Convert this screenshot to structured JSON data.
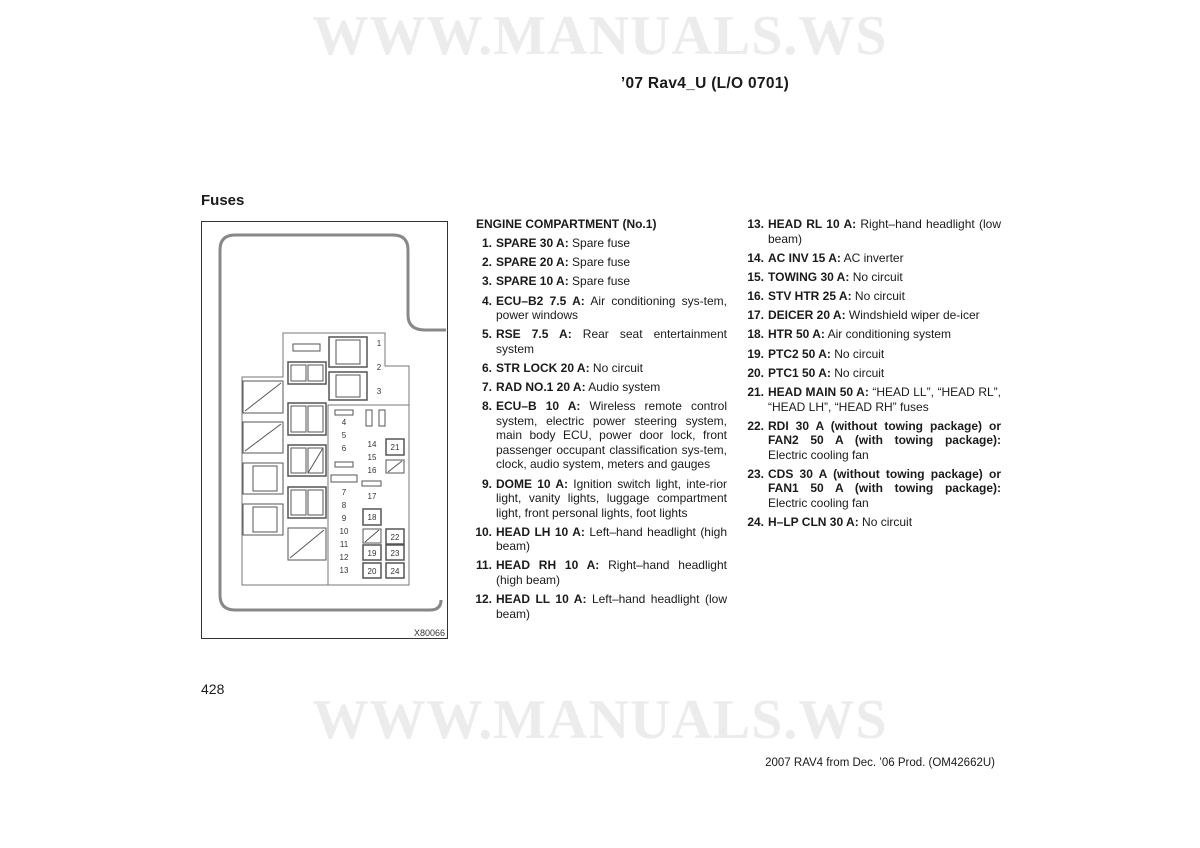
{
  "watermark": "WWW.MANUALS.WS",
  "header": "’07 Rav4_U (L/O 0701)",
  "section_title": "Fuses",
  "page_number": "428",
  "footer": "2007 RAV4 from Dec. ’06 Prod. (OM42662U)",
  "diagram": {
    "code": "X80066",
    "fuse_labels": [
      "1",
      "2",
      "3",
      "4",
      "5",
      "6",
      "7",
      "8",
      "9",
      "10",
      "11",
      "12",
      "13",
      "14",
      "15",
      "16",
      "17",
      "18",
      "19",
      "20",
      "21",
      "22",
      "23",
      "24"
    ]
  },
  "list_title": "ENGINE COMPARTMENT (No.1)",
  "items": [
    {
      "n": "1.",
      "name": "SPARE 30 A:",
      "desc": "Spare fuse"
    },
    {
      "n": "2.",
      "name": "SPARE 20 A:",
      "desc": "Spare fuse"
    },
    {
      "n": "3.",
      "name": "SPARE 10 A:",
      "desc": "Spare fuse"
    },
    {
      "n": "4.",
      "name": "ECU–B2 7.5 A:",
      "desc": "Air conditioning sys-tem, power windows"
    },
    {
      "n": "5.",
      "name": "RSE 7.5 A:",
      "desc": "Rear seat entertainment system"
    },
    {
      "n": "6.",
      "name": "STR LOCK 20 A:",
      "desc": "No circuit"
    },
    {
      "n": "7.",
      "name": "RAD NO.1 20 A:",
      "desc": "Audio system"
    },
    {
      "n": "8.",
      "name": "ECU–B 10 A:",
      "desc": "Wireless remote control system, electric power steering system, main body ECU, power door lock, front passenger occupant classification sys-tem, clock, audio system, meters and gauges"
    },
    {
      "n": "9.",
      "name": "DOME 10 A:",
      "desc": "Ignition switch light, inte-rior light, vanity lights, luggage compartment light, front personal lights, foot lights"
    },
    {
      "n": "10.",
      "name": "HEAD LH 10 A:",
      "desc": "Left–hand headlight (high beam)"
    },
    {
      "n": "11.",
      "name": "HEAD RH 10 A:",
      "desc": "Right–hand headlight (high beam)"
    },
    {
      "n": "12.",
      "name": "HEAD LL 10 A:",
      "desc": "Left–hand headlight (low beam)"
    },
    {
      "n": "13.",
      "name": "HEAD RL 10 A:",
      "desc": "Right–hand headlight (low beam)"
    },
    {
      "n": "14.",
      "name": "AC INV 15 A:",
      "desc": "AC inverter"
    },
    {
      "n": "15.",
      "name": "TOWING 30 A:",
      "desc": "No circuit"
    },
    {
      "n": "16.",
      "name": "STV HTR 25 A:",
      "desc": "No circuit"
    },
    {
      "n": "17.",
      "name": "DEICER 20 A:",
      "desc": "Windshield wiper de-icer"
    },
    {
      "n": "18.",
      "name": "HTR 50 A:",
      "desc": "Air conditioning system"
    },
    {
      "n": "19.",
      "name": "PTC2 50 A:",
      "desc": "No circuit"
    },
    {
      "n": "20.",
      "name": "PTC1 50 A:",
      "desc": "No circuit"
    },
    {
      "n": "21.",
      "name": "HEAD MAIN 50 A:",
      "desc": "“HEAD LL”, “HEAD RL”, “HEAD LH”, “HEAD RH” fuses"
    },
    {
      "n": "22.",
      "name": "RDI 30 A (without towing package) or FAN2 50 A (with towing package):",
      "desc": "Electric cooling fan"
    },
    {
      "n": "23.",
      "name": "CDS 30 A (without towing package) or FAN1 50 A (with towing package):",
      "desc": "Electric cooling fan"
    },
    {
      "n": "24.",
      "name": "H–LP CLN 30 A:",
      "desc": "No circuit"
    }
  ]
}
